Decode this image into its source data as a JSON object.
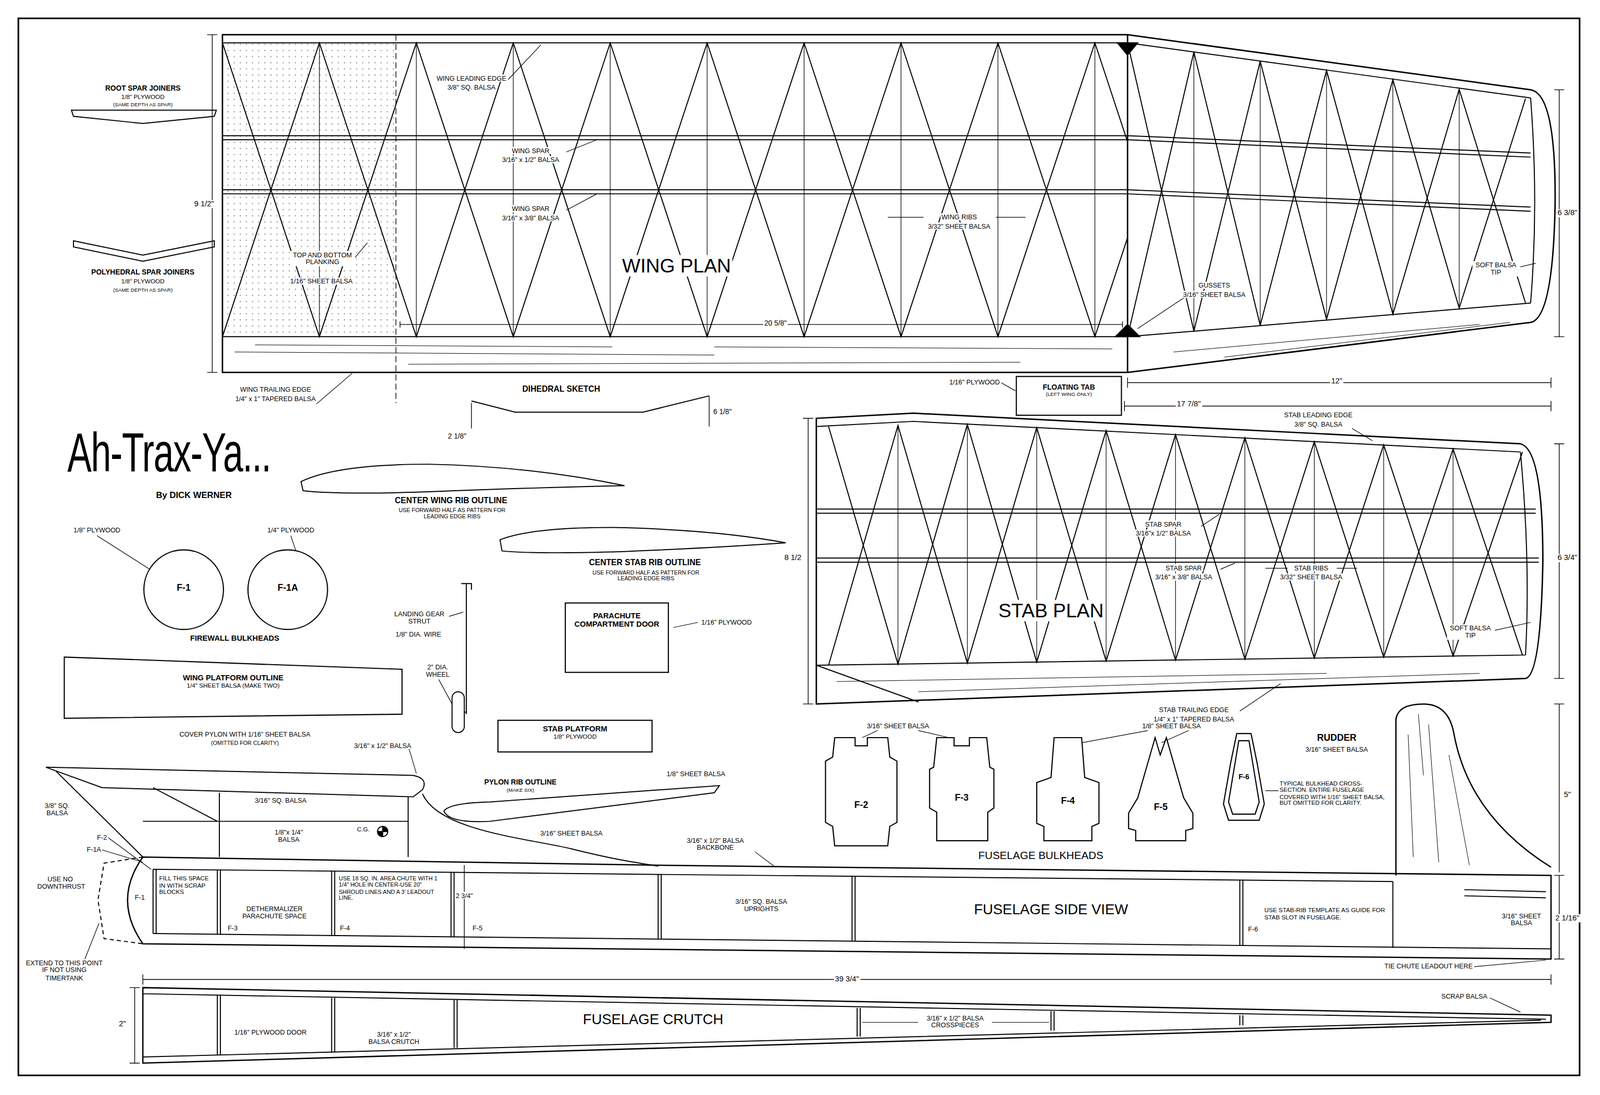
{
  "diagram": {
    "title": "Ah-Trax-Ya...",
    "nodes": [
      {
        "text": [
          "F-1"
        ]
      },
      {
        "text": [
          "F-1A"
        ]
      },
      {
        "text": [
          "PARACHUTE COMPARTMENT DOOR"
        ]
      },
      {
        "text": [
          "WING PLATFORM OUTLINE",
          "1/4\" SHEET BALSA (MAKE TWO)"
        ]
      },
      {
        "text": [
          "STAB PLATFORM",
          "1/8\" PLYWOOD"
        ]
      },
      {
        "text": [
          "FLOATING TAB",
          "(LEFT WING ONLY)"
        ]
      },
      {
        "text": [
          "F-2"
        ]
      },
      {
        "text": [
          "F-3"
        ]
      },
      {
        "text": [
          "F-4"
        ]
      },
      {
        "text": [
          "F-5"
        ]
      },
      {
        "text": [
          "F-6"
        ]
      }
    ],
    "labels": [
      "ROOT SPAR JOINERS",
      "1/8\" PLYWOOD",
      "(SAME DEPTH AS SPAR)",
      "POLYHEDRAL SPAR JOINERS",
      "1/8\" PLYWOOD",
      "(SAME DEPTH AS SPAR)",
      "9 1/2\"",
      "WING LEADING EDGE",
      "3/8\" SQ. BALSA",
      "WING SPAR",
      "3/16\" x 1/2\" BALSA",
      "WING SPAR",
      "3/16\" x 3/8\" BALSA",
      "WING RIBS",
      "3/32\" SHEET BALSA",
      "WING PLAN",
      "TOP AND BOTTOM PLANKING",
      "1/16\" SHEET BALSA",
      "20 5/8\"",
      "GUSSETS",
      "3/16\" SHEET BALSA",
      "SOFT BALSA TIP",
      "6 3/8\"",
      "WING TRAILING EDGE",
      "1/4\" x 1\" TAPERED BALSA",
      "1/16\" PLYWOOD",
      "12\"",
      "DIHEDRAL SKETCH",
      "6 1/8\"",
      "2 1/8\"",
      "By DICK WERNER",
      "CENTER WING RIB OUTLINE",
      "USE FORWARD HALF AS PATTERN FOR LEADING EDGE RIBS",
      "17 7/8\"",
      "STAB LEADING EDGE",
      "3/8\" SQ. BALSA",
      "1/8\" PLYWOOD",
      "1/4\" PLYWOOD",
      "CENTER STAB RIB OUTLINE",
      "USE FORWARD HALF AS PATTERN FOR LEADING EDGE RIBS",
      "STAB SPAR",
      "3/16\"x 1/2\" BALSA",
      "STAB SPAR",
      "3/16\" x 3/8\" BALSA",
      "STAB RIBS",
      "3/32\" SHEET BALSA",
      "8 1/2",
      "6 3/4\"",
      "STAB PLAN",
      "SOFT BALSA TIP",
      "FIREWALL BULKHEADS",
      "LANDING GEAR STRUT",
      "1/8\" DIA. WIRE",
      "2\" DIA. WHEEL",
      "1/16\" PLYWOOD",
      "STAB TRAILING EDGE",
      "1/4\" x 1\" TAPERED BALSA",
      "COVER PYLON WITH 1/16\" SHEET BALSA",
      "(OMITTED FOR CLARITY)",
      "3/16\" x 1/2\" BALSA",
      "RUDDER",
      "3/16\" SHEET BALSA",
      "5\"",
      "3/16\" SHEET BALSA",
      "1/8\" SHEET BALSA",
      "TYPICAL BULKHEAD CROSS-SECTION. ENTIRE FUSELAGE COVERED WITH 1/16\" SHEET BALSA, BUT OMITTED FOR CLARITY.",
      "PYLON RIB OUTLINE",
      "(MAKE SIX)",
      "1/8\" SHEET BALSA",
      "3/8\" SQ. BALSA",
      "3/16\" SQ. BALSA",
      "1/8\"x 1/4\" BALSA",
      "C.G.",
      "3/16\" SHEET BALSA",
      "3/16\" x 1/2\" BALSA BACKBONE",
      "FUSELAGE BULKHEADS",
      "F-2",
      "F-1A",
      "USE NO DOWNTHRUST",
      "F-1",
      "FILL THIS SPACE IN WITH SCRAP BLOCKS",
      "DETHERMALIZER PARACHUTE SPACE",
      "USE 18 SQ. IN. AREA CHUTE WITH 1 1/4\" HOLE IN CENTER-USE 20\" SHROUD LINES AND A 3' LEADOUT LINE.",
      "2 3/4\"",
      "3/16\" SQ. BALSA UPRIGHTS",
      "FUSELAGE SIDE VIEW",
      "USE STAB-RIB TEMPLATE AS GUIDE FOR STAB SLOT IN FUSELAGE.",
      "3/16\" SHEET BALSA",
      "2 1/16\"",
      "F-3",
      "F-4",
      "F-5",
      "F-6",
      "EXTEND TO THIS POINT IF NOT USING TIMERTANK",
      "TIE CHUTE LEADOUT HERE",
      "39 3/4\"",
      "SCRAP BALSA",
      "2\"",
      "FUSELAGE CRUTCH",
      "1/16\" PLYWOOD DOOR",
      "3/16\" x 1/2\" BALSA CRUTCH",
      "3/16\" x 1/2\" BALSA CROSSPIECES"
    ]
  }
}
